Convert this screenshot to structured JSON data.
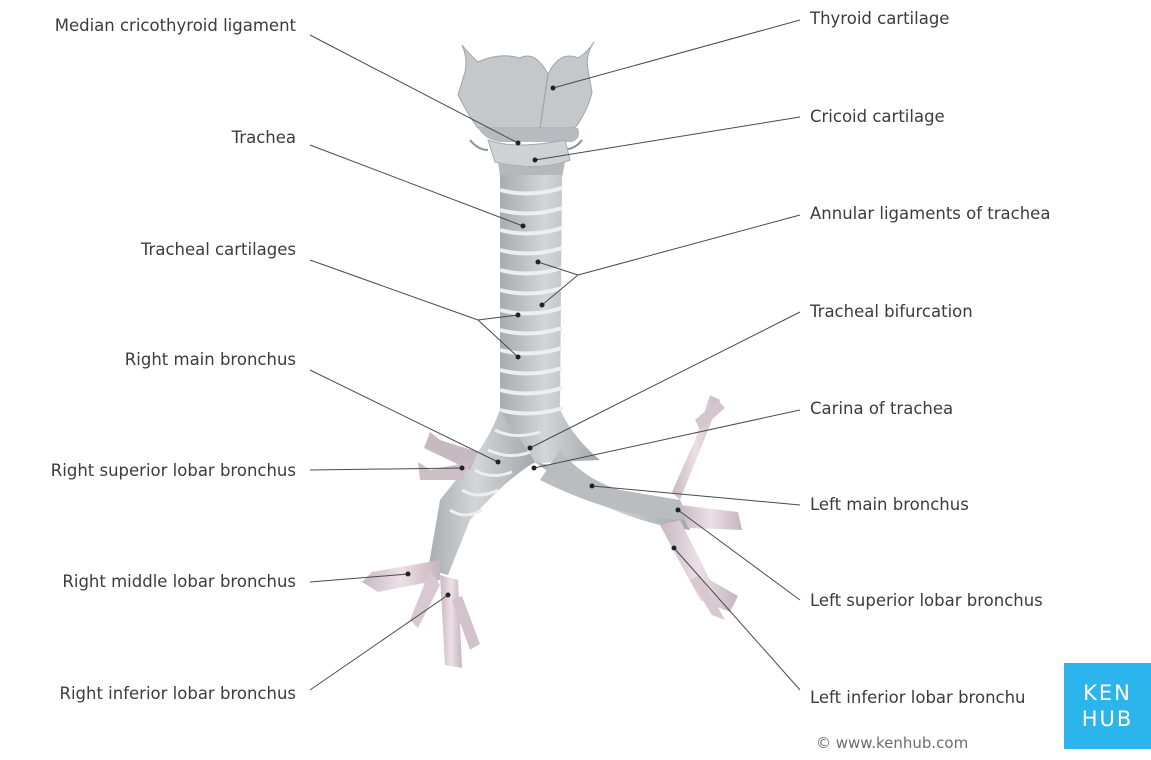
{
  "labels": {
    "median_cricothyroid_ligament": "Median cricothyroid ligament",
    "trachea": "Trachea",
    "tracheal_cartilages": "Tracheal cartilages",
    "right_main_bronchus": "Right main bronchus",
    "right_superior_lobar_bronchus": "Right superior lobar bronchus",
    "right_middle_lobar_bronchus": "Right middle lobar bronchus",
    "right_inferior_lobar_bronchus": "Right inferior lobar bronchus",
    "thyroid_cartilage": "Thyroid cartilage",
    "cricoid_cartilage": "Cricoid cartilage",
    "annular_ligaments": "Annular ligaments of trachea",
    "tracheal_bifurcation": "Tracheal bifurcation",
    "carina": "Carina of trachea",
    "left_main_bronchus": "Left main bronchus",
    "left_superior_lobar_bronchus": "Left superior lobar bronchus",
    "left_inferior_lobar_bronchus": "Left inferior lobar bronchu"
  },
  "branding": {
    "logo_line1": "KEN",
    "logo_line2": "HUB",
    "copyright": "© www.kenhub.com",
    "logo_color": "#2bb5ec"
  },
  "colors": {
    "cartilage": "#c9cdd0",
    "cartilage_dark": "#a9aeb2",
    "bronchi_pink": "#e6d3dc",
    "leader_line": "#4a4a4a",
    "text": "#3c3c3c"
  }
}
